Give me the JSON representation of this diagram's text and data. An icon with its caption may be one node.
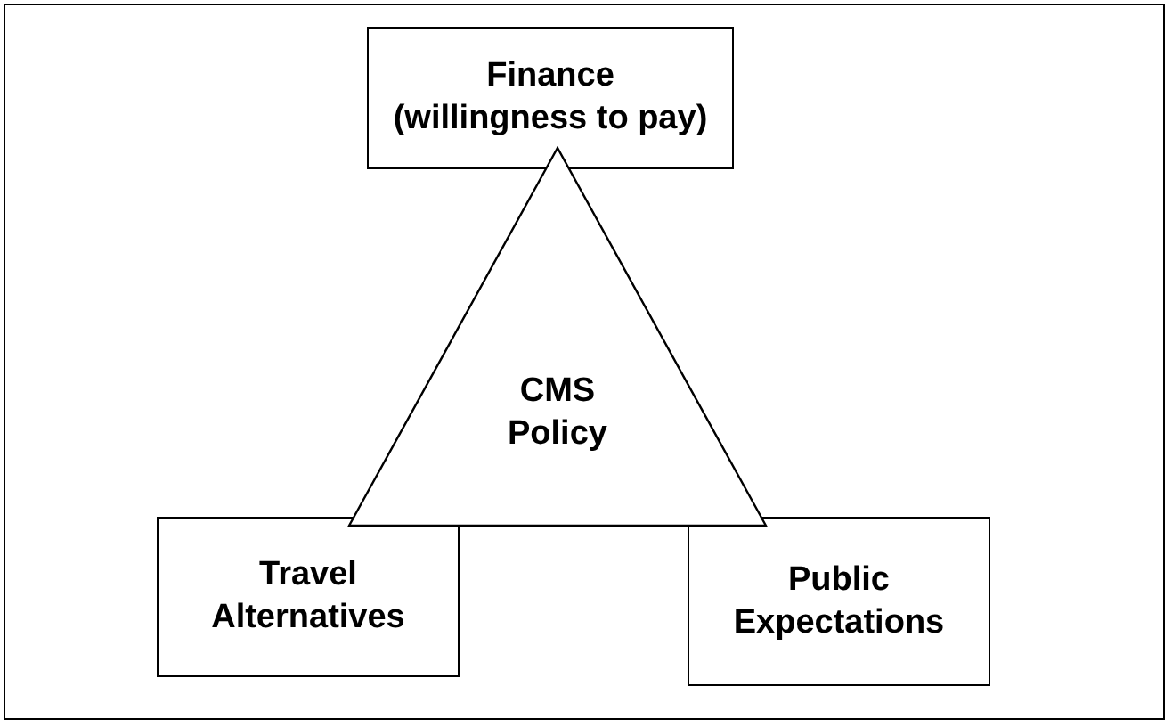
{
  "diagram": {
    "nodes": [
      {
        "text": [
          "Finance (willingness to pay)"
        ]
      },
      {
        "text": [
          "CMS Policy"
        ]
      },
      {
        "text": [
          "Travel Alternatives"
        ]
      },
      {
        "text": [
          "Public Expectations"
        ]
      }
    ]
  }
}
